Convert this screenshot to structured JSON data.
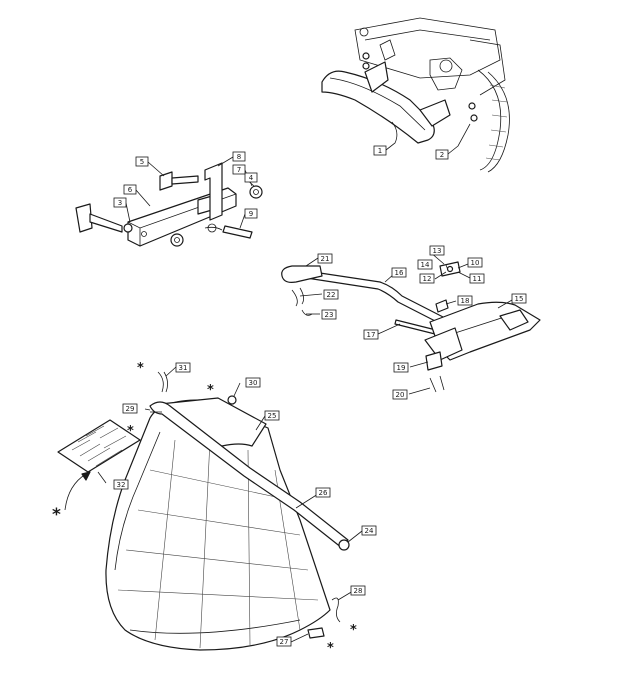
{
  "callouts": {
    "c1": "1",
    "c2": "2",
    "c3": "3",
    "c4": "4",
    "c5": "5",
    "c6": "6",
    "c7": "7",
    "c8": "8",
    "c9": "9",
    "c10": "10",
    "c11": "11",
    "c12": "12",
    "c13": "13",
    "c14": "14",
    "c15": "15",
    "c16": "16",
    "c17": "17",
    "c18": "18",
    "c19": "19",
    "c20": "20",
    "c21": "21",
    "c22": "22",
    "c23": "23",
    "c24": "24",
    "c25": "25",
    "c26": "26",
    "c27": "27",
    "c28": "28",
    "c29": "29",
    "c30": "30",
    "c31": "31",
    "c32": "32"
  },
  "marker": "*"
}
